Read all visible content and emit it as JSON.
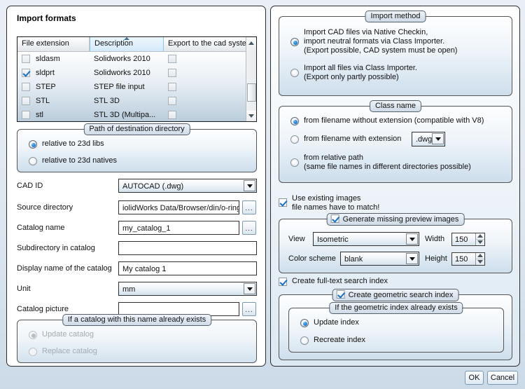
{
  "left": {
    "title": "Import formats",
    "table": {
      "columns": [
        "File extension",
        "Description",
        "Export to the cad system"
      ],
      "sorted_column": "Description",
      "rows": [
        {
          "checked": false,
          "extension": "sldasm",
          "description": "Solidworks 2010",
          "export": false
        },
        {
          "checked": true,
          "extension": "sldprt",
          "description": "Solidworks 2010",
          "export": false
        },
        {
          "checked": false,
          "extension": "STEP",
          "description": "STEP file input",
          "export": false
        },
        {
          "checked": false,
          "extension": "STL",
          "description": "STL 3D",
          "export": false
        },
        {
          "checked": false,
          "extension": "stl",
          "description": "STL 3D (Multipa...",
          "export": false
        }
      ]
    },
    "path_group": {
      "label": "Path of destination directory",
      "options": [
        {
          "label": "relative to 23d libs",
          "selected": true
        },
        {
          "label": "relative to 23d natives",
          "selected": false
        }
      ]
    },
    "fields": {
      "cad_id_label": "CAD ID",
      "cad_id_value": "AUTOCAD (.dwg)",
      "source_dir_label": "Source directory",
      "source_dir_value": "iolidWorks Data/Browser/din/o-rings",
      "catalog_name_label": "Catalog name",
      "catalog_name_value": "my_catalog_1",
      "subdir_label": "Subdirectory in catalog",
      "subdir_value": "",
      "display_name_label": "Display name of the catalog",
      "display_name_value": "My catalog 1",
      "unit_label": "Unit",
      "unit_value": "mm",
      "catalog_picture_label": "Catalog picture",
      "catalog_picture_value": "",
      "browse_label": "..."
    },
    "exists_group": {
      "label": "If a catalog with this name already exists",
      "disabled": true,
      "options": [
        {
          "label": "Update catalog",
          "selected": true
        },
        {
          "label": "Replace catalog",
          "selected": false
        }
      ]
    }
  },
  "right": {
    "import_method": {
      "label": "Import method",
      "options": [
        {
          "selected": true,
          "line1": "Import CAD files via Native Checkin,",
          "line2": "import neutral formats via Class Importer.",
          "line3": "(Export possible, CAD system must be open)"
        },
        {
          "selected": false,
          "line1": "Import all files via Class Importer.",
          "line2": "(Export only partly possible)",
          "line3": ""
        }
      ]
    },
    "class_name": {
      "label": "Class name",
      "options": [
        {
          "selected": true,
          "line1": "from filename without extension (compatible with V8)",
          "line2": ""
        },
        {
          "selected": false,
          "line1": "from filename with extension",
          "line2": ""
        },
        {
          "selected": false,
          "line1": "from relative path",
          "line2": "(same file names in different directories possible)"
        }
      ],
      "extension_value": ".dwg"
    },
    "use_existing_images": {
      "checked": true,
      "line1": "Use existing images",
      "line2": "file names have to match!"
    },
    "preview": {
      "label": "Generate missing preview images",
      "checked": true,
      "view_label": "View",
      "view_value": "Isometric",
      "width_label": "Width",
      "width_value": "150",
      "color_scheme_label": "Color scheme",
      "color_scheme_value": "blank",
      "height_label": "Height",
      "height_value": "150"
    },
    "fulltext_index": {
      "checked": true,
      "label": "Create full-text search index"
    },
    "geometric_index": {
      "label": "Create geometric search index",
      "checked": true,
      "inner_label": "If the geometric index already exists",
      "options": [
        {
          "label": "Update index",
          "selected": true
        },
        {
          "label": "Recreate index",
          "selected": false
        }
      ]
    }
  },
  "footer": {
    "ok_label": "OK",
    "cancel_label": "Cancel"
  }
}
